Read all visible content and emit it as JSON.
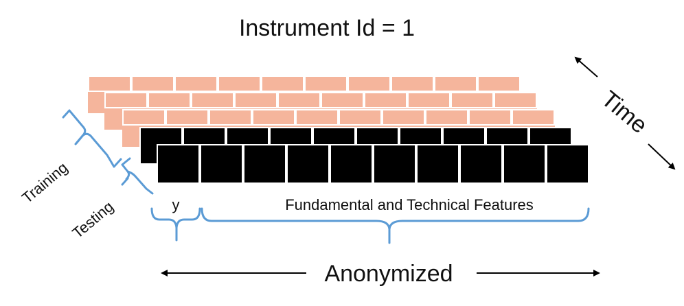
{
  "diagram": {
    "title": "Instrument Id = 1",
    "time_label": "Time",
    "training_label": "Training",
    "testing_label": "Testing",
    "target_label": "y",
    "features_label": "Fundamental and Technical Features",
    "anonymized_label": "Anonymized",
    "colors": {
      "training_layer": "#f5b59c",
      "training_border": "#ffffff",
      "testing_layer": "#000000",
      "testing_border": "#ffffff",
      "bracket": "#5b9bd5",
      "arrow": "#000000",
      "text": "#111111"
    },
    "training_layers": 3,
    "testing_layers": 2,
    "cells_per_row": 10
  }
}
